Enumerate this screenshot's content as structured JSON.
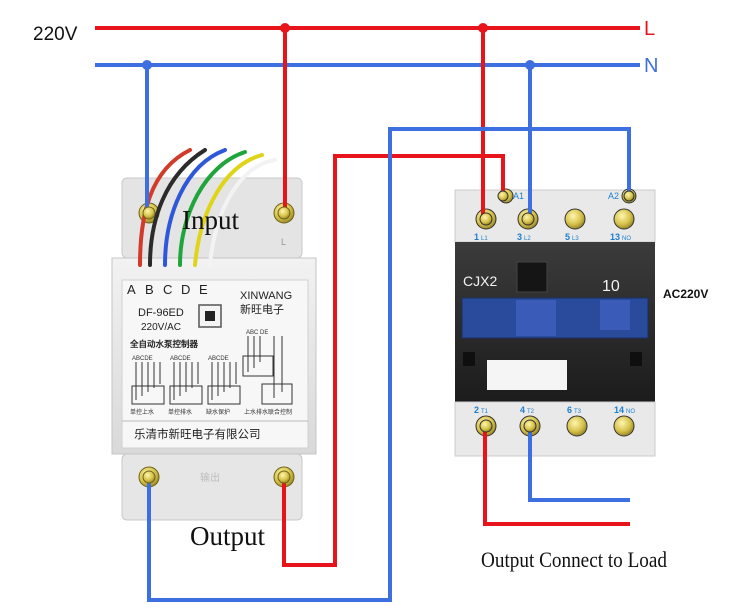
{
  "supply": {
    "voltage": "220V",
    "line_label": "L",
    "neutral_label": "N"
  },
  "controller": {
    "terminal_letters": [
      "A",
      "B",
      "C",
      "D",
      "E"
    ],
    "model": "DF-96ED",
    "rating": "220V/AC",
    "brand_en": "XINWANG",
    "brand_cn": "新旺电子",
    "product_name": "全自动水泵控制器",
    "probe_sets": [
      {
        "letters": "ABCDE",
        "caption": "单控上水"
      },
      {
        "letters": "ABCDE",
        "caption": "单控排水"
      },
      {
        "letters": "ABCDE",
        "caption": "缺水保护"
      },
      {
        "letters": "ABC  DE",
        "caption": "上水排水联合控制"
      }
    ],
    "company": "乐清市新旺电子有限公司",
    "terminal_mark_top": "L",
    "output_mark": "输出",
    "input_label": "Input",
    "output_label": "Output"
  },
  "contactor": {
    "model": "CJX2",
    "rating_code": "10",
    "coil_voltage": "AC220V",
    "coil_terminals": [
      {
        "name": "A1",
        "label": "A1"
      },
      {
        "name": "A2",
        "label": "A2"
      }
    ],
    "top_terminals": [
      {
        "num": "1",
        "sub": "L1"
      },
      {
        "num": "3",
        "sub": "L2"
      },
      {
        "num": "5",
        "sub": "L3"
      },
      {
        "num": "13",
        "sub": "NO"
      }
    ],
    "bottom_terminals": [
      {
        "num": "2",
        "sub": "T1"
      },
      {
        "num": "4",
        "sub": "T2"
      },
      {
        "num": "6",
        "sub": "T3"
      },
      {
        "num": "14",
        "sub": "NO"
      }
    ],
    "load_label": "Output Connect to Load"
  },
  "colors": {
    "live": "#e8141b",
    "neutral": "#3d6fe0",
    "probe_wires": [
      "#2b2b2b",
      "#2f58d8",
      "#1fa53b",
      "#e0d418",
      "#f3f3f3"
    ]
  }
}
